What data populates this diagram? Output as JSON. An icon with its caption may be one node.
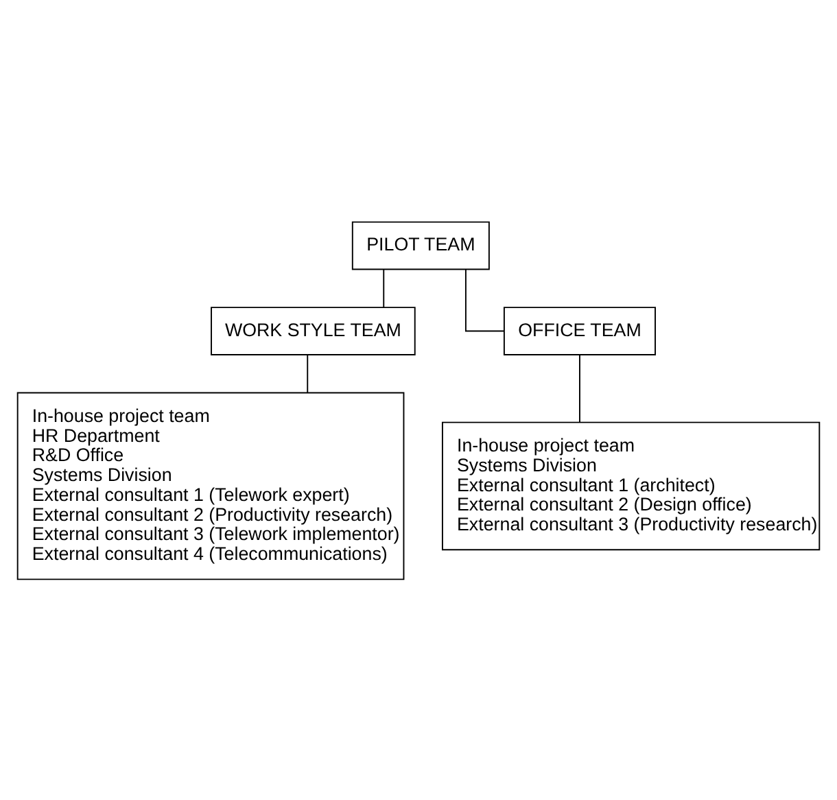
{
  "diagram": {
    "nodes": [
      {
        "text": [
          "PILOT TEAM"
        ]
      },
      {
        "text": [
          "WORK STYLE TEAM"
        ]
      },
      {
        "text": [
          "OFFICE TEAM"
        ]
      },
      {
        "text": [
          "In-house project team",
          "HR Department",
          "R&D Office",
          "Systems Division",
          "External consultant 1 (Telework expert)",
          "External consultant 2 (Productivity research)",
          "External consultant 3 (Telework implementor)",
          "External consultant 4 (Telecommunications)"
        ]
      },
      {
        "text": [
          "In-house project team",
          "Systems Division",
          "External consultant 1 (architect)",
          "External consultant 2 (Design office)",
          "External consultant 3 (Productivity research)"
        ]
      }
    ],
    "edges": [
      {
        "from": 0,
        "to": 1,
        "arrow": "none"
      },
      {
        "from": 0,
        "to": 2,
        "arrow": "none"
      },
      {
        "from": 1,
        "to": 3,
        "arrow": "none"
      },
      {
        "from": 2,
        "to": 4,
        "arrow": "none"
      }
    ]
  }
}
